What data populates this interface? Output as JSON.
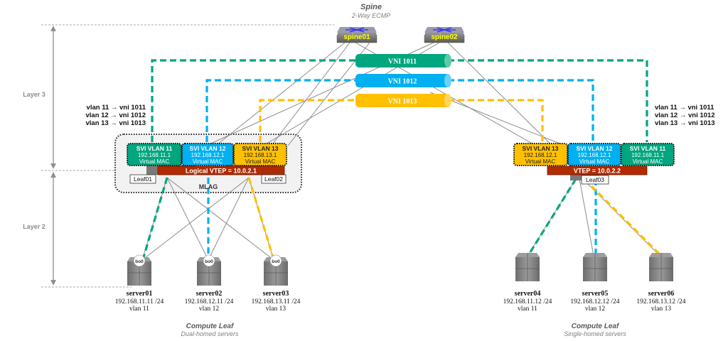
{
  "header": {
    "title": "Spine",
    "subtitle": "2-Way ECMP"
  },
  "layers": {
    "layer3": "Layer 3",
    "layer2": "Layer 2"
  },
  "spines": [
    {
      "label": "spine01"
    },
    {
      "label": "spine02"
    }
  ],
  "vnis": [
    {
      "label": "VNI 1011",
      "color": "#00a67e"
    },
    {
      "label": "VNI 1012",
      "color": "#00b0f0"
    },
    {
      "label": "VNI 1013",
      "color": "#ffc000"
    }
  ],
  "mapping_left": [
    "vlan 11 → vni 1011",
    "vlan 12 → vni 1012",
    "vlan 13 → vni 1013"
  ],
  "mapping_right": [
    "vlan 11 → vni 1011",
    "vlan 12 → vni 1012",
    "vlan 13 → vni 1013"
  ],
  "left_svis": [
    {
      "title": "SVI VLAN 11",
      "ip": "192.168.11.1",
      "mac": "Virtual MAC",
      "color": "#00a67e"
    },
    {
      "title": "SVI VLAN 12",
      "ip": "192.168.12.1",
      "mac": "Virtual MAC",
      "color": "#00b0f0"
    },
    {
      "title": "SVI VLAN 13",
      "ip": "192.168.13.1",
      "mac": "Virtual MAC",
      "color": "#ffc000"
    }
  ],
  "right_svis": [
    {
      "title": "SVI VLAN 13",
      "ip": "192.168.12.1",
      "mac": "Virtual MAC",
      "color": "#ffc000"
    },
    {
      "title": "SVI VLAN 12",
      "ip": "192.168.12.1",
      "mac": "Virtual MAC",
      "color": "#00b0f0"
    },
    {
      "title": "SVI VLAN 11",
      "ip": "192.168.11.1",
      "mac": "Virtual MAC",
      "color": "#00a67e"
    }
  ],
  "vtep_left": "Logical VTEP = 10.0.2.1",
  "vtep_right": "VTEP = 10.0.2.2",
  "vtep_color": "#b22a00",
  "leaves": {
    "leaf01": "Leaf01",
    "leaf02": "Leaf02",
    "leaf03": "Leaf03"
  },
  "mlag_label": "MLAG",
  "bond_label": "bo0",
  "servers": [
    {
      "name": "server01",
      "ip": "192.168.11.11 /24",
      "vlan": "vlan 11"
    },
    {
      "name": "server02",
      "ip": "192.168.12.11 /24",
      "vlan": "vlan 12"
    },
    {
      "name": "server03",
      "ip": "192.168.13.11 /24",
      "vlan": "vlan 13"
    },
    {
      "name": "server04",
      "ip": "192.168.11.12 /24",
      "vlan": "vlan 11"
    },
    {
      "name": "server05",
      "ip": "192.168.12.12 /24",
      "vlan": "vlan 12"
    },
    {
      "name": "server06",
      "ip": "192.168.13.12 /24",
      "vlan": "vlan 13"
    }
  ],
  "compute_left": {
    "title": "Compute Leaf",
    "subtitle": "Dual-homed servers"
  },
  "compute_right": {
    "title": "Compute Leaf",
    "subtitle": "Single-homed servers"
  }
}
